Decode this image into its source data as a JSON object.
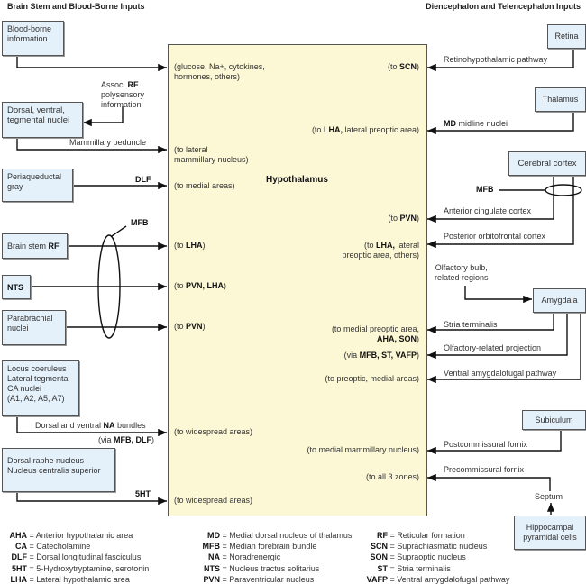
{
  "headers": {
    "left": "Brain Stem and Blood-Borne Inputs",
    "right": "Diencephalon and Telencephalon Inputs"
  },
  "center": {
    "title": "Hypothalamus"
  },
  "left_sources": {
    "blood": "Blood-borne\ninformation",
    "dorsal": "Dorsal, ventral,\ntegmental nuclei",
    "periaq": "Periaqueductal\ngray",
    "brainstem": [
      "Brain stem ",
      {
        "b": "RF"
      }
    ],
    "nts": [
      {
        "b": "NTS"
      }
    ],
    "parabrachial": "Parabrachial\nnuclei",
    "locus": "Locus coeruleus\nLateral tegmental\nCA nuclei\n(A1, A2, A5, A7)",
    "raphe": "Dorsal raphe nucleus\nNucleus centralis superior"
  },
  "left_labels": {
    "assoc_rf": [
      "Assoc. ",
      {
        "b": "RF"
      },
      "\npolysensory\ninformation"
    ],
    "mammillary_peduncle": "Mammillary peduncle",
    "dlf": [
      {
        "b": "DLF"
      }
    ],
    "mfb": [
      {
        "b": "MFB"
      }
    ],
    "na_bundles": [
      "Dorsal and ventral ",
      {
        "b": "NA"
      },
      " bundles"
    ],
    "via_mfb_dlf": [
      "(via ",
      {
        "b": "MFB, DLF"
      },
      ")"
    ],
    "5ht": [
      {
        "b": "5HT"
      }
    ]
  },
  "left_targets": {
    "blood": [
      "(glucose, Na+, cytokines,\nhormones, others)"
    ],
    "dorsal": [
      "(to lateral\nmammillary nucleus)"
    ],
    "periaq": [
      "(to medial areas)"
    ],
    "brainstem": [
      "(to ",
      {
        "b": "LHA"
      },
      ")"
    ],
    "nts": [
      "(to ",
      {
        "b": "PVN, LHA"
      },
      ")"
    ],
    "parabrachial": [
      "(to ",
      {
        "b": "PVN"
      },
      ")"
    ],
    "locus": [
      "(to widespread areas)"
    ],
    "raphe": [
      "(to widespread areas)"
    ]
  },
  "right_sources": {
    "retina": "Retina",
    "thalamus": "Thalamus",
    "cortex": "Cerebral cortex",
    "amygdala": "Amygdala",
    "subiculum": "Subiculum",
    "hippocampal": "Hippocampal\npyramidal cells"
  },
  "right_labels": {
    "retino": "Retinohypothalamic pathway",
    "md": [
      {
        "b": "MD"
      },
      " midline nuclei"
    ],
    "mfb": [
      {
        "b": "MFB"
      }
    ],
    "ant_cing": "Anterior cingulate cortex",
    "post_orb": "Posterior orbitofrontal cortex",
    "olfactory_bulb": "Olfactory bulb,\nrelated regions",
    "stria": "Stria terminalis",
    "olf_proj": "Olfactory-related projection",
    "vafp": "Ventral amygdalofugal pathway",
    "postcomm": "Postcommissural fornix",
    "precomm": "Precommissural fornix",
    "septum": "Septum"
  },
  "right_targets": {
    "retina": [
      "(to ",
      {
        "b": "SCN"
      },
      ")"
    ],
    "thalamus": [
      "(to ",
      {
        "b": "LHA,"
      },
      " lateral preoptic area)"
    ],
    "ant_cing": [
      "(to ",
      {
        "b": "PVN"
      },
      ")"
    ],
    "post_orb": [
      "(to ",
      {
        "b": "LHA,"
      },
      " lateral\npreoptic area, others)"
    ],
    "stria": [
      "(to medial preoptic area,\n",
      {
        "b": "AHA, SON"
      },
      ")"
    ],
    "olf_proj": [
      "(via ",
      {
        "b": "MFB, ST, VAFP"
      },
      ")"
    ],
    "vafp": [
      "(to preoptic, medial areas)"
    ],
    "postcomm": [
      "(to medial mammillary nucleus)"
    ],
    "precomm": [
      "(to all 3 zones)"
    ]
  },
  "legend": [
    [
      {
        "abbr": "AHA",
        "def": "Anterior hypothalamic area"
      },
      {
        "abbr": "CA",
        "def": "Catecholamine"
      },
      {
        "abbr": "DLF",
        "def": "Dorsal longitudinal fasciculus"
      },
      {
        "abbr": "5HT",
        "def": "5-Hydroxytryptamine, serotonin"
      },
      {
        "abbr": "LHA",
        "def": "Lateral hypothalamic area"
      }
    ],
    [
      {
        "abbr": "MD",
        "def": "Medial dorsal nucleus of thalamus"
      },
      {
        "abbr": "MFB",
        "def": "Median forebrain bundle"
      },
      {
        "abbr": "NA",
        "def": "Noradrenergic"
      },
      {
        "abbr": "NTS",
        "def": "Nucleus tractus solitarius"
      },
      {
        "abbr": "PVN",
        "def": "Paraventricular nucleus"
      }
    ],
    [
      {
        "abbr": "RF",
        "def": "Reticular formation"
      },
      {
        "abbr": "SCN",
        "def": "Suprachiasmatic nucleus"
      },
      {
        "abbr": "SON",
        "def": "Supraoptic nucleus"
      },
      {
        "abbr": "ST",
        "def": "Stria terminalis"
      },
      {
        "abbr": "VAFP",
        "def": "Ventral amygdalofugal pathway"
      }
    ]
  ],
  "colors": {
    "hypothalamus_fill": "#fcf8d6",
    "source_box_fill": "#e4f0fa",
    "line": "#111111"
  }
}
